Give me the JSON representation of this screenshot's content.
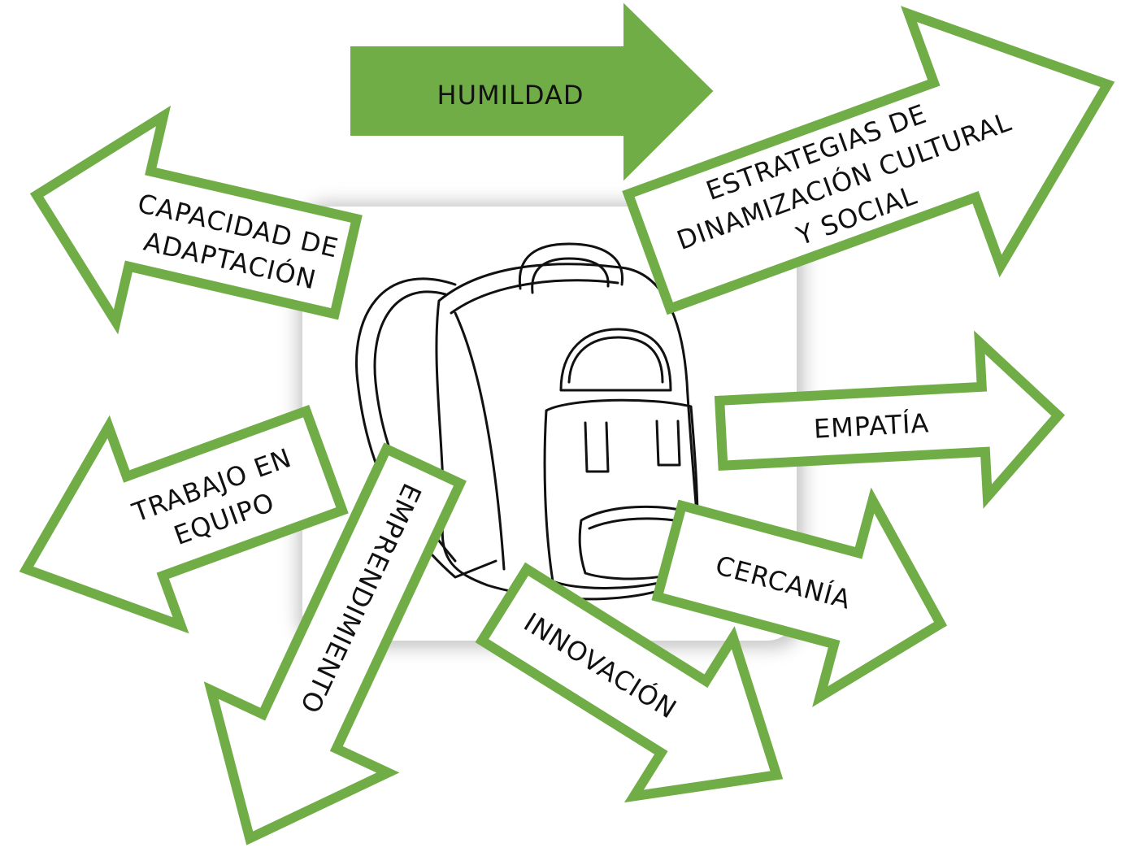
{
  "diagram": {
    "center_image_icon": "backpack-icon",
    "colors": {
      "arrow_stroke": "#70ad47",
      "arrow_fill_highlight": "#70ad47",
      "arrow_fill_default": "#ffffff",
      "text": "#111111",
      "card_background": "#ffffff",
      "card_shadow": "#cfcfcf"
    },
    "arrows": {
      "humildad": {
        "lines": [
          "HUMILDAD"
        ]
      },
      "estrategias": {
        "lines": [
          "ESTRATEGIAS DE",
          "DINAMIZACIÓN CULTURAL",
          "Y SOCIAL"
        ]
      },
      "capacidad": {
        "lines": [
          "CAPACIDAD DE",
          "ADAPTACIÓN"
        ]
      },
      "empatia": {
        "lines": [
          "EMPATÍA"
        ]
      },
      "trabajo": {
        "lines": [
          "TRABAJO EN",
          "EQUIPO"
        ]
      },
      "emprendimiento": {
        "lines": [
          "EMPRENDIMIENTO"
        ]
      },
      "cercania": {
        "lines": [
          "CERCANÍA"
        ]
      },
      "innovacion": {
        "lines": [
          "INNOVACIÓN"
        ]
      }
    }
  }
}
